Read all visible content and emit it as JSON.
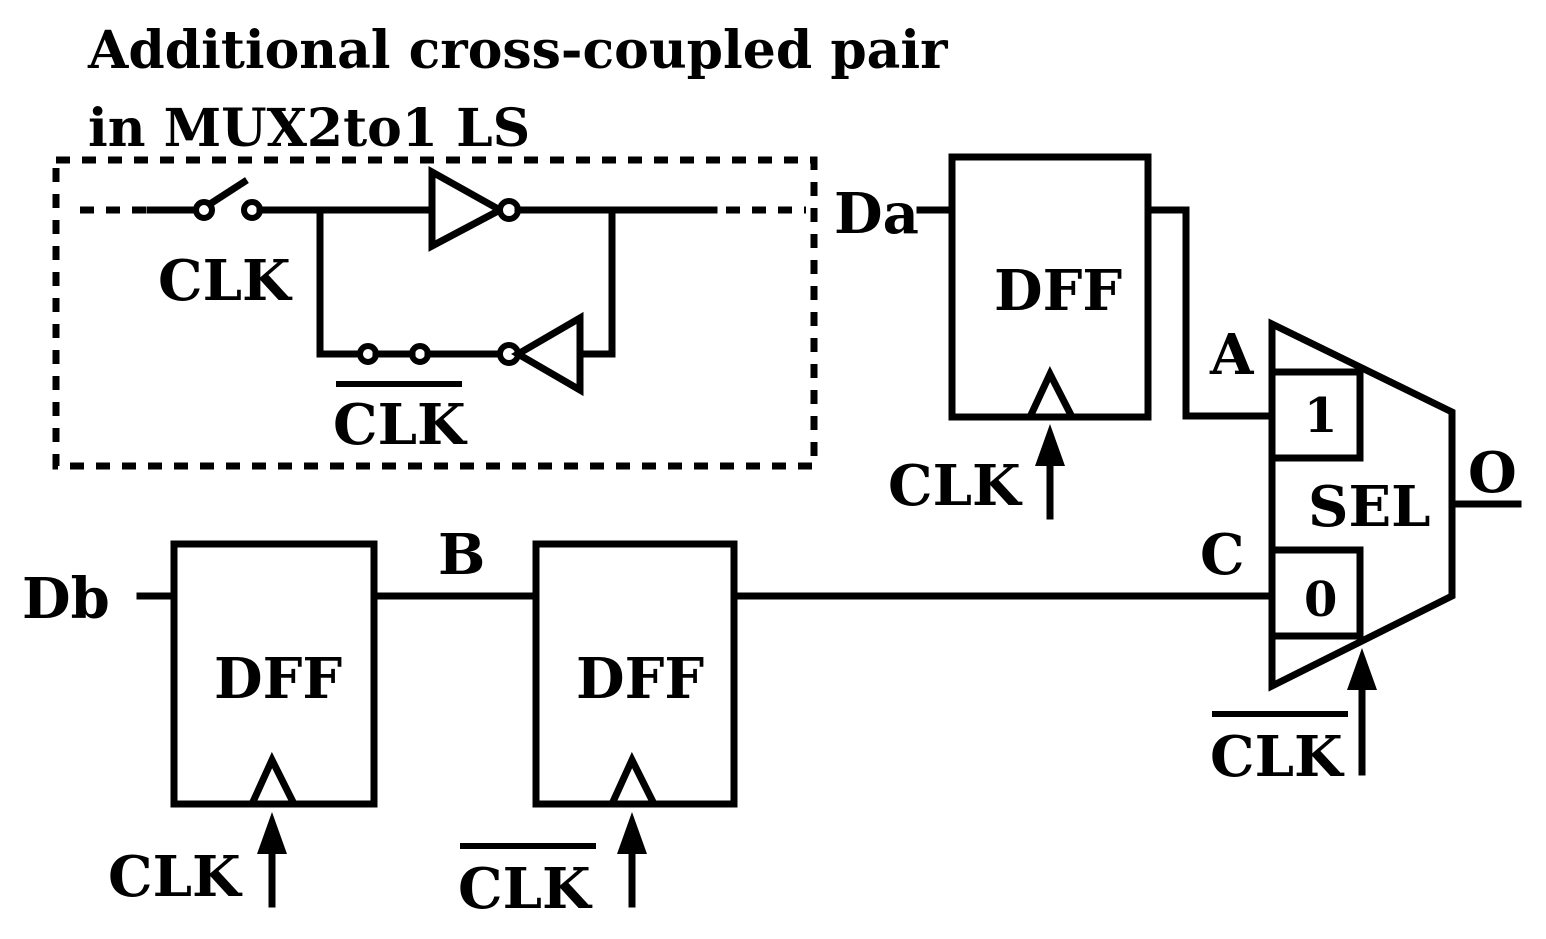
{
  "title_line1": "Additional cross-coupled pair",
  "title_line2": "in MUX2to1 LS",
  "labels": {
    "clk_switch_top": "CLK",
    "clk_switch_bottom": "CLK",
    "da": "Da",
    "db": "Db",
    "node_a": "A",
    "node_b": "B",
    "node_c": "C",
    "output_o": "O",
    "dff_top": "DFF",
    "dff_bottom_left": "DFF",
    "dff_bottom_mid": "DFF",
    "clk_dff_top": "CLK",
    "clk_dff_left": "CLK",
    "clk_dff_mid": "CLK",
    "clk_mux": "CLK",
    "mux_in1": "1",
    "mux_in0": "0",
    "mux_sel": "SEL"
  }
}
